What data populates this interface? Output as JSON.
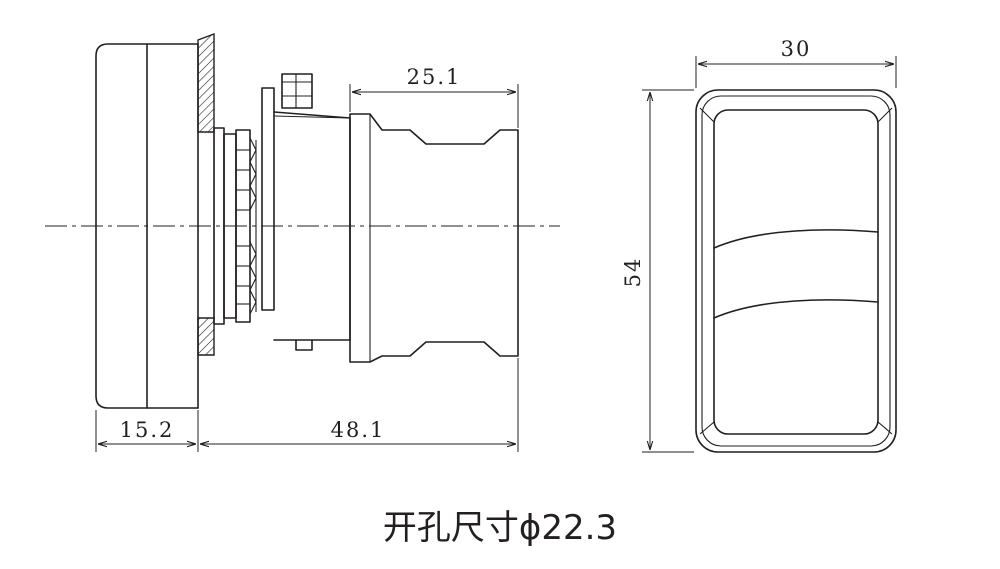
{
  "dimensions": {
    "panel_depth": "25.1",
    "button_height": "15.2",
    "body_depth": "48.1",
    "width": "30",
    "height": "54"
  },
  "caption": "开孔尺寸ϕ22.3"
}
